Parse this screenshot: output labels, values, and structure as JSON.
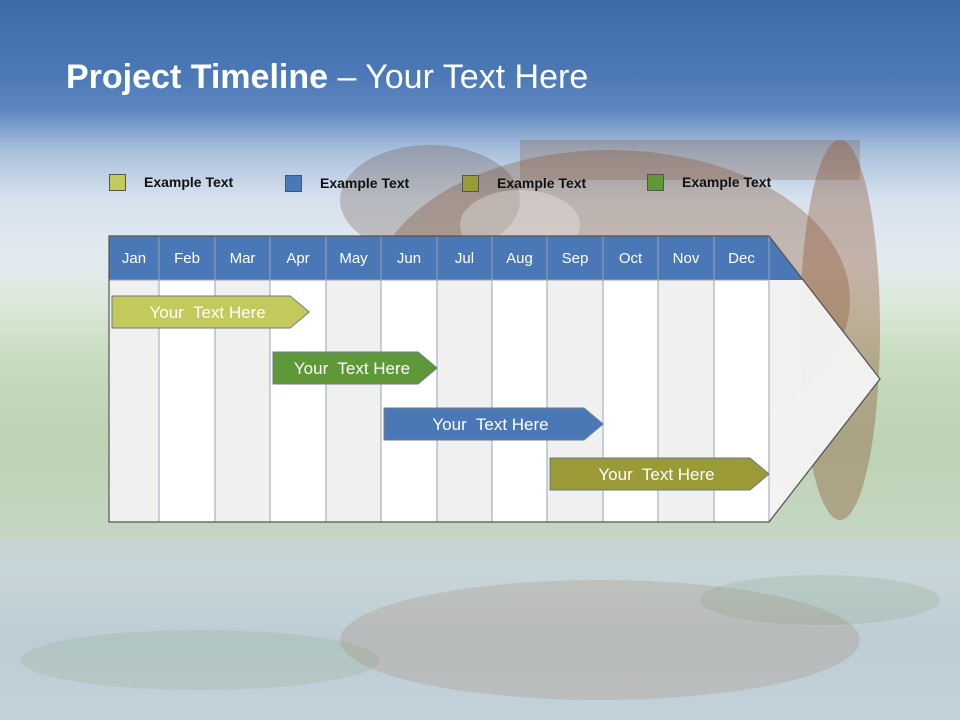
{
  "title": {
    "bold": "Project Timeline",
    "rest": " – Your Text Here"
  },
  "legend": [
    {
      "label": "Example Text",
      "color": "#c4c95c"
    },
    {
      "label": "Example Text",
      "color": "#4a77b5"
    },
    {
      "label": "Example Text",
      "color": "#9a9a36"
    },
    {
      "label": "Example Text",
      "color": "#5e9838"
    }
  ],
  "timeline": {
    "months": [
      "Jan",
      "Feb",
      "Mar",
      "Apr",
      "May",
      "Jun",
      "Jul",
      "Aug",
      "Sep",
      "Oct",
      "Nov",
      "Dec"
    ],
    "header_color": "#4a77b5",
    "tasks": [
      {
        "label": "Your  Text Here",
        "start": 0.0,
        "end": 3.7,
        "color": "#c4c95c",
        "text_color": "#f4f4dc"
      },
      {
        "label": "Your  Text Here",
        "start": 3.0,
        "end": 6.0,
        "color": "#5e9838",
        "text_color": "#ffffff"
      },
      {
        "label": "Your  Text Here",
        "start": 5.0,
        "end": 9.0,
        "color": "#4a77b5",
        "text_color": "#ffffff"
      },
      {
        "label": "Your  Text Here",
        "start": 8.0,
        "end": 12.0,
        "color": "#9a9a36",
        "text_color": "#1f1f10"
      }
    ]
  }
}
